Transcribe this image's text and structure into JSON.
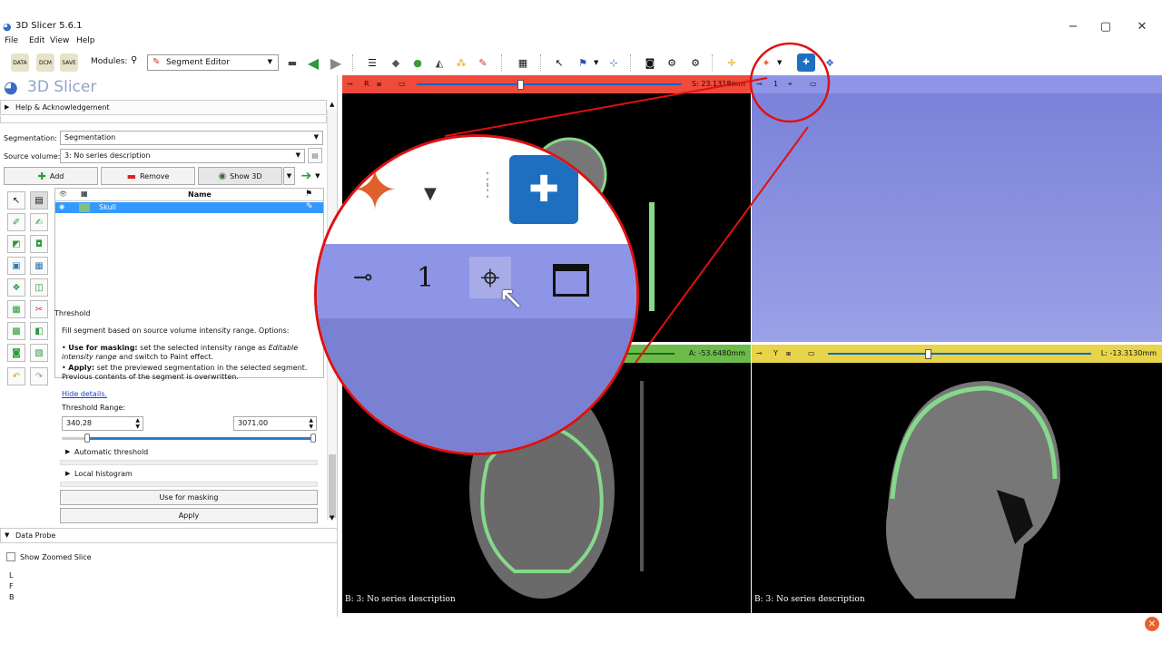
{
  "window": {
    "title": "3D Slicer 5.6.1",
    "controls": [
      "−",
      "▢",
      "✕"
    ]
  },
  "menu": [
    "File",
    "Edit",
    "View",
    "Help"
  ],
  "toolbar": {
    "modules_label": "Modules:",
    "module_selected": "Segment Editor",
    "data_label": "DATA",
    "dcm_label": "DCM",
    "save_label": "SAVE"
  },
  "panel": {
    "logo_text": "3D Slicer",
    "help_section": "Help & Acknowledgement",
    "segmentation_label": "Segmentation:",
    "segmentation_value": "Segmentation",
    "source_volume_label": "Source volume:",
    "source_volume_value": "3: No series description",
    "add_label": "Add",
    "remove_label": "Remove",
    "show3d_label": "Show 3D",
    "table": {
      "name_header": "Name",
      "rows": [
        {
          "name": "Skull",
          "color": "#7fbf7f"
        }
      ]
    },
    "threshold": {
      "title": "Threshold",
      "description": "Fill segment based on source volume intensity range. Options:",
      "bullet1_bold": "Use for masking:",
      "bullet1_text": "set the selected intensity range as",
      "bullet1_italic": "Editable intensity range",
      "bullet1_tail": "and switch to Paint effect.",
      "bullet2_bold": "Apply:",
      "bullet2_text": "set the previewed segmentation in the selected segment. Previous contents of the segment is overwritten.",
      "hide_details": "Hide details.",
      "range_label": "Threshold Range:",
      "min_value": "340.28",
      "max_value": "3071.00",
      "range_min_fraction": 0.1,
      "range_max_fraction": 1.0,
      "auto_threshold": "Automatic threshold",
      "local_histogram": "Local histogram",
      "use_for_masking": "Use for masking",
      "apply": "Apply"
    },
    "data_probe": {
      "title": "Data Probe",
      "show_zoomed": "Show Zoomed Slice",
      "lines": [
        "L",
        "F",
        "B"
      ]
    }
  },
  "views": {
    "red": {
      "letter": "R",
      "value": "S: 23.1318mm",
      "slider_fraction": 0.38,
      "color": "#f04a3a"
    },
    "threed": {
      "number": "1",
      "color": "#8f95e6"
    },
    "green": {
      "value": "A: -53.6480mm",
      "color": "#6cbb4a",
      "label": "B: 3: No series description"
    },
    "yellow": {
      "letter": "Y",
      "value": "L: -13.3130mm",
      "slider_fraction": 0.37,
      "color": "#e8d44a",
      "label": "B: 3: No series description"
    }
  },
  "magnifier": {
    "number": "1"
  },
  "colors": {
    "accent_red": "#e01010",
    "selection_blue": "#3399ff",
    "segment_green": "#86d98a"
  }
}
